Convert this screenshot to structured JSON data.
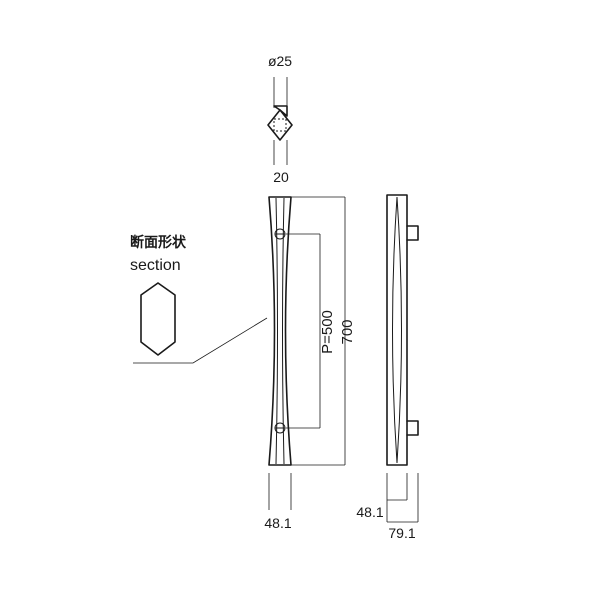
{
  "top_view": {
    "diameter_label": "ø25",
    "width_label": "20"
  },
  "front_view": {
    "pitch_label": "P=500",
    "length_label": "700",
    "width_label": "48.1"
  },
  "side_view": {
    "depth_inner_label": "48.1",
    "depth_outer_label": "79.1"
  },
  "section": {
    "title_jp": "断面形状",
    "title_en": "section"
  }
}
